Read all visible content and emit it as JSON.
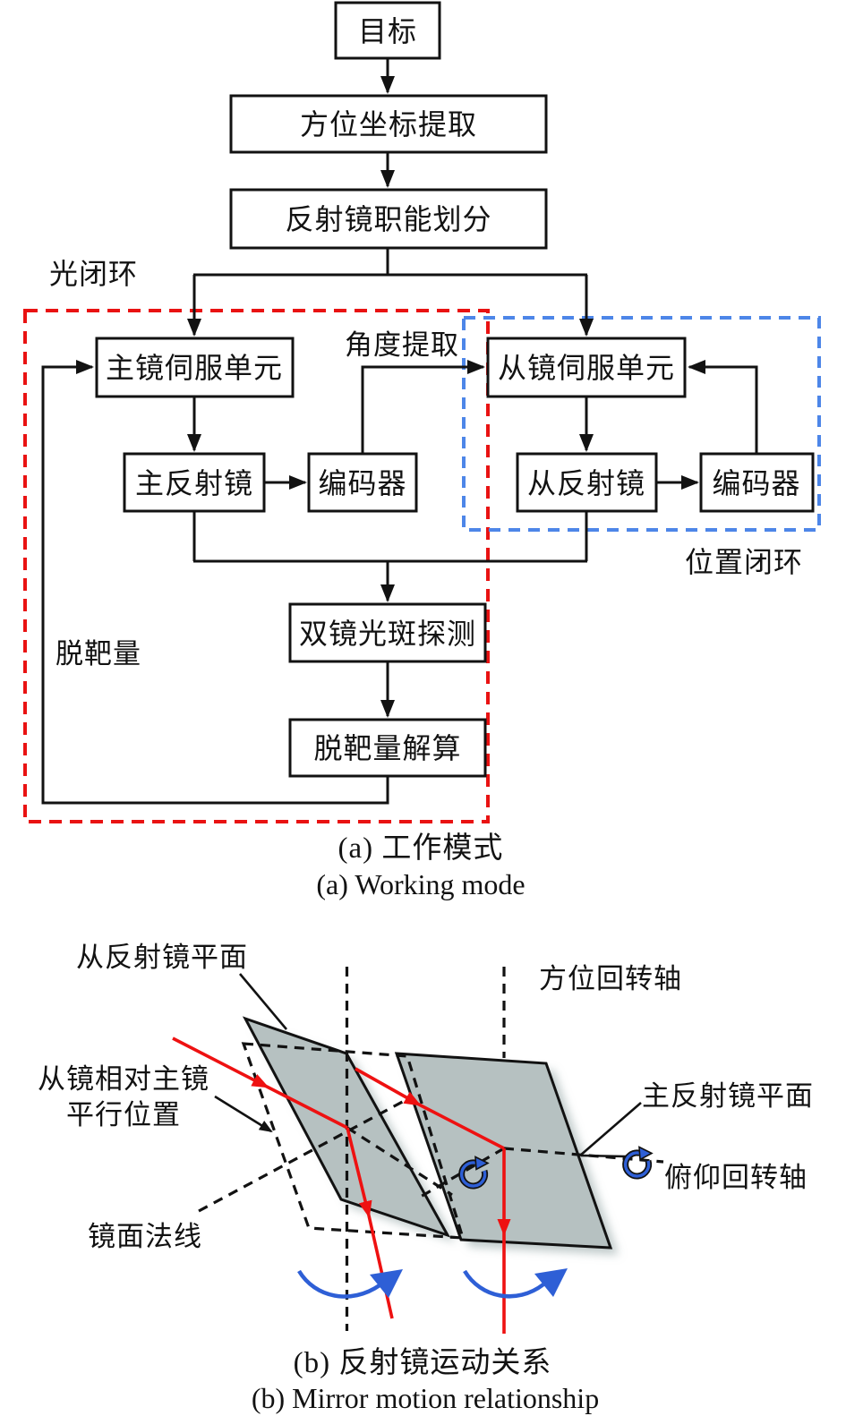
{
  "figure_a": {
    "nodes": {
      "target": "目标",
      "azimuth_extract": "方位坐标提取",
      "role_division": "反射镜职能划分",
      "primary_servo": "主镜伺服单元",
      "secondary_servo": "从镜伺服单元",
      "primary_mirror": "主反射镜",
      "encoder_primary": "编码器",
      "secondary_mirror": "从反射镜",
      "encoder_secondary": "编码器",
      "spot_detection": "双镜光斑探测",
      "miss_distance_solver": "脱靶量解算"
    },
    "annotations": {
      "optical_loop": "光闭环",
      "angle_extract": "角度提取",
      "position_loop": "位置闭环",
      "miss_distance": "脱靶量"
    },
    "caption_zh": "(a) 工作模式",
    "caption_en": "(a) Working mode"
  },
  "figure_b": {
    "labels": {
      "secondary_plane": "从反射镜平面",
      "azimuth_axis": "方位回转轴",
      "parallel_pos_1": "从镜相对主镜",
      "parallel_pos_2": "平行位置",
      "mirror_normal": "镜面法线",
      "primary_plane": "主反射镜平面",
      "pitch_axis": "俯仰回转轴"
    },
    "caption_zh": "(b) 反射镜运动关系",
    "caption_en": "(b) Mirror motion relationship"
  },
  "colors": {
    "loop_red": "#e91212",
    "loop_blue": "#4d86e8",
    "ray_red": "#ee1111",
    "arrow_blue": "#2e5fd6",
    "mirror_fill": "#b6c1c1"
  }
}
